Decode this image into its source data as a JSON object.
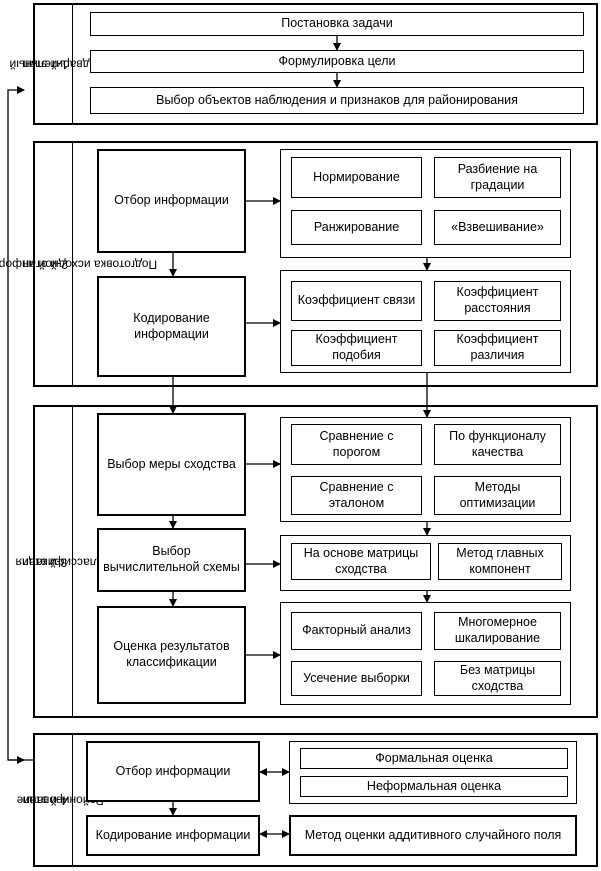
{
  "stage1": {
    "label_num": "1-й этап",
    "label_name": "Предварительный",
    "steps": [
      "Постановка задачи",
      "Формулировка цели",
      "Выбор объектов наблюдения и признаков  для районирования"
    ]
  },
  "stage2": {
    "label_num": "2-й этап",
    "label_name": "Подготовка исходной информации",
    "left": [
      "Отбор информации",
      "Кодирование информации"
    ],
    "group1": [
      "Нормирование",
      "Разбиение на градации",
      "Ранжирование",
      "«Взвешивание»"
    ],
    "group2": [
      "Коэффициент связи",
      "Коэффициент расстояния",
      "Коэффициент подобия",
      "Коэффициент различия"
    ]
  },
  "stage3": {
    "label_num": "3-й этап",
    "label_name": "Классификация",
    "left": [
      "Выбор меры сходства",
      "Выбор вычислительной схемы",
      "Оценка результатов классификации"
    ],
    "group1": [
      "Сравнение с порогом",
      "По функционалу качества",
      "Сравнение с эталоном",
      "Методы оптимизации"
    ],
    "group2": [
      "На основе матрицы сходства",
      "Метод главных компонент"
    ],
    "group3": [
      "Факторный анализ",
      "Многомерное шкалирование",
      "Усечение выборки",
      "Без матрицы сходства"
    ]
  },
  "stage4": {
    "label_num": "4-й этап",
    "label_name": "Районирование",
    "left": [
      "Отбор информации",
      "Кодирование информации"
    ],
    "group1": [
      "Формальная оценка",
      "Неформальная оценка"
    ],
    "method": "Метод оценки аддитивного случайного поля"
  }
}
